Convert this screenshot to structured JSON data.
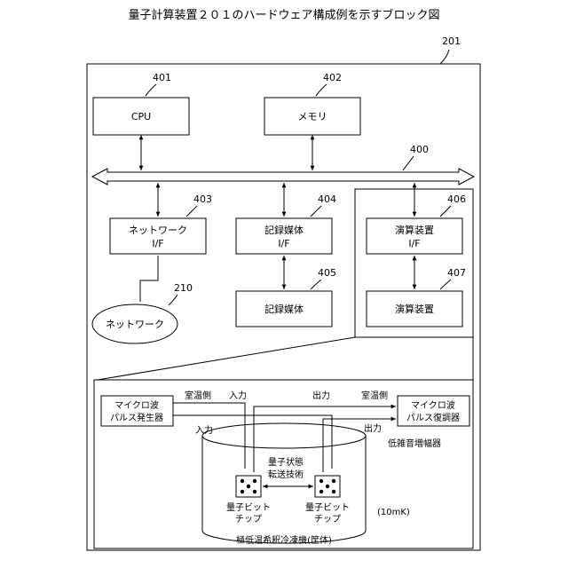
{
  "title": "量子計算装置２０１のハードウェア構成例を示すブロック図",
  "refs": {
    "device": "201",
    "bus": "400",
    "cpu": "401",
    "memory": "402",
    "network_if": "403",
    "media_if": "404",
    "media": "405",
    "calc_if": "406",
    "calc": "407",
    "network": "210"
  },
  "boxes": {
    "cpu": "CPU",
    "memory": "メモリ",
    "network_if": [
      "ネットワーク",
      "I/F"
    ],
    "media_if": [
      "記録媒体",
      "I/F"
    ],
    "media": "記録媒体",
    "calc_if": [
      "演算装置",
      "I/F"
    ],
    "calc": "演算装置",
    "network": "ネットワーク"
  },
  "detail": {
    "generator": [
      "マイクロ波",
      "パルス発生器"
    ],
    "demodulator": [
      "マイクロ波",
      "パルス復調器"
    ],
    "room_temp_left": "室温側",
    "room_temp_right": "室温側",
    "input_top": "入力",
    "input_left": "入力",
    "output_top": "出力",
    "output_right": "出力",
    "amplifier": "低雑音増幅器",
    "transfer": [
      "量子状態",
      "転送技術"
    ],
    "chip_left": [
      "量子ビット",
      "チップ"
    ],
    "chip_right": [
      "量子ビット",
      "チップ"
    ],
    "temperature": "(10mK)",
    "refrigerator": "極低温希釈冷凍機(筐体)"
  }
}
